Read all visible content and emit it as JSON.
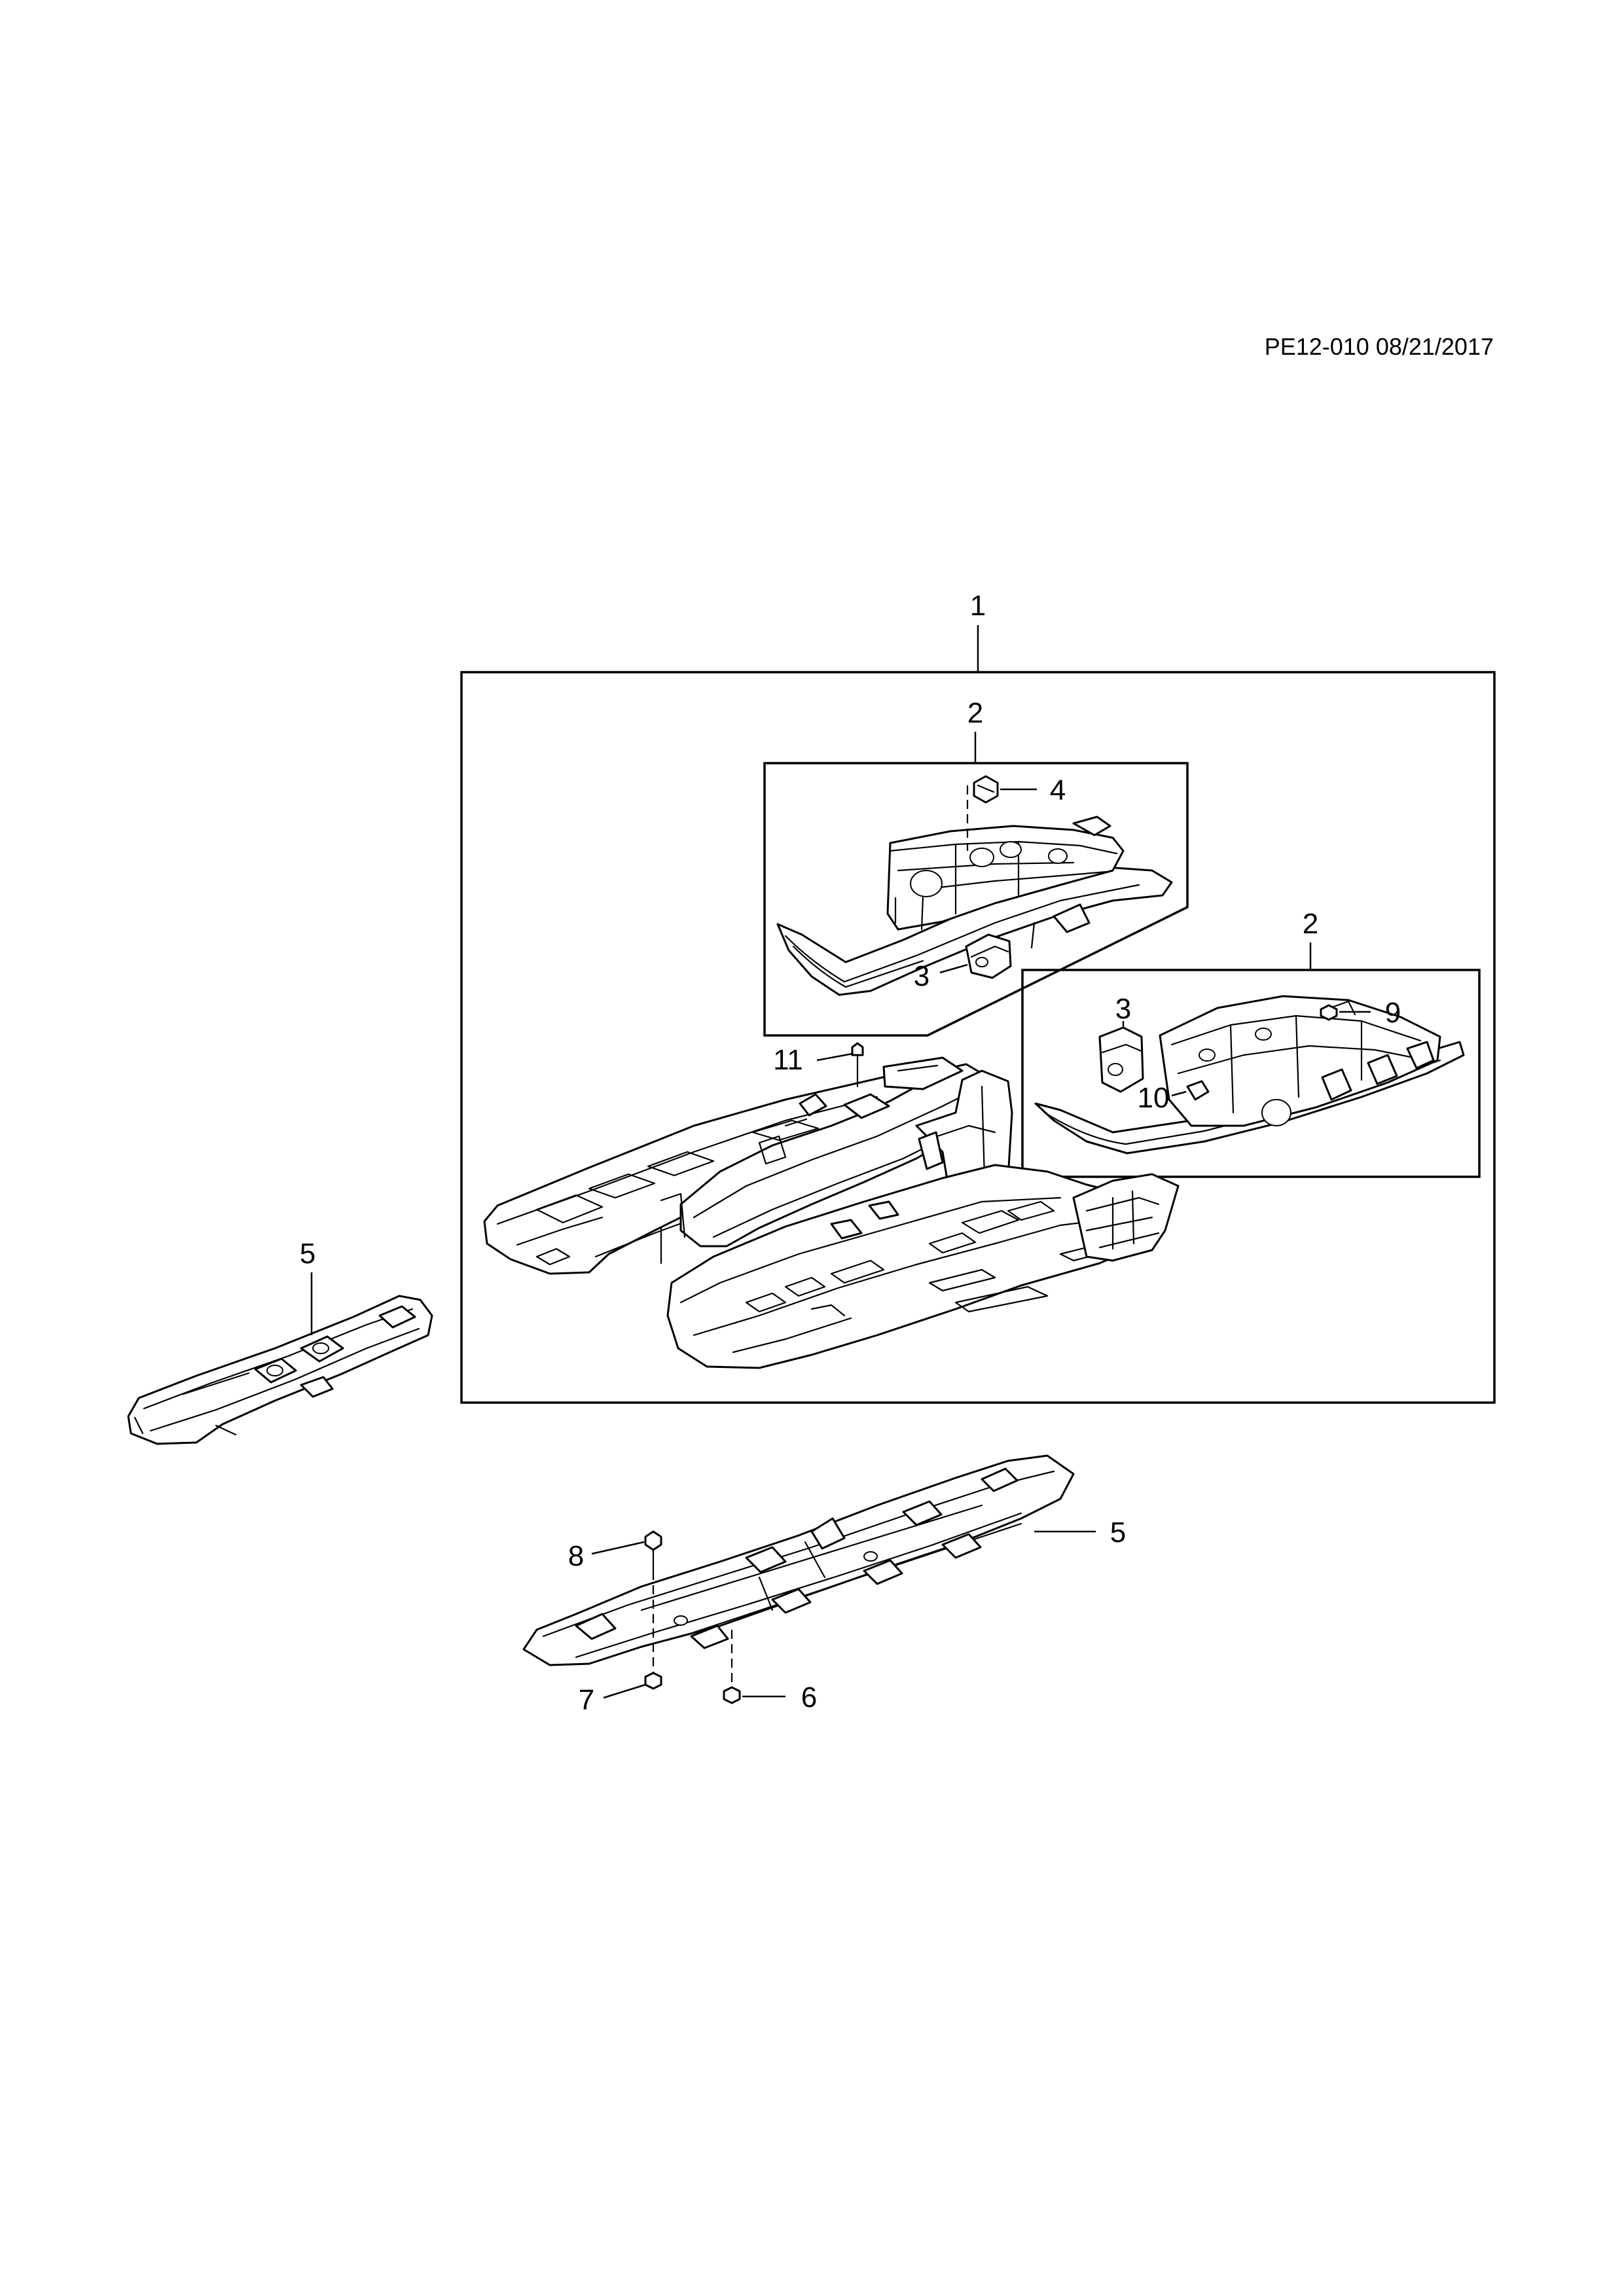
{
  "header": {
    "reference": "PE12-010 08/21/2017"
  },
  "callouts": {
    "c1": "1",
    "c2_upper": "2",
    "c2_lower": "2",
    "c3_upper": "3",
    "c3_lower": "3",
    "c4": "4",
    "c5_left": "5",
    "c5_bottom": "5",
    "c6": "6",
    "c7": "7",
    "c8": "8",
    "c9": "9",
    "c10": "10",
    "c11": "11"
  }
}
